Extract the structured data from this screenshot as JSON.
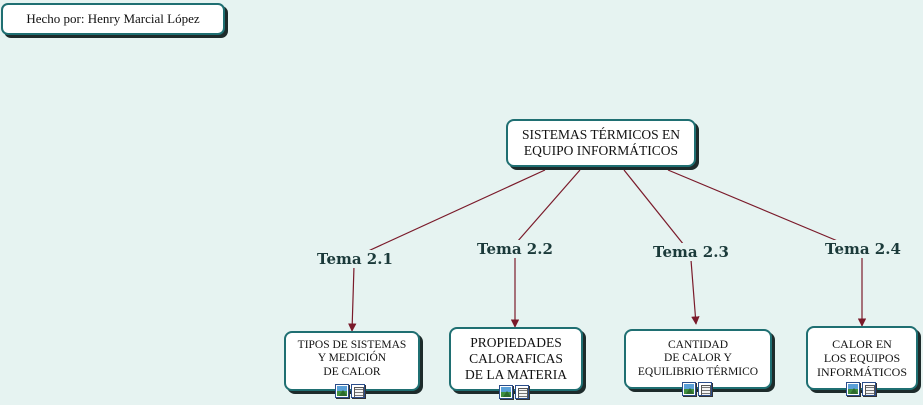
{
  "author_note": "Hecho por: Henry Marcial López",
  "root": "SISTEMAS TÉRMICOS EN\nEQUIPO INFORMÁTICOS",
  "link_labels": [
    "Tema 2.1",
    "Tema 2.2",
    "Tema 2.3",
    "Tema 2.4"
  ],
  "topics": [
    "TIPOS DE SISTEMAS\nY MEDICIÓN\nDE CALOR",
    "PROPIEDADES\nCALORAFICAS\nDE LA MATERIA",
    "CANTIDAD\nDE CALOR Y\nEQUILIBRIO TÉRMICO",
    "CALOR EN\nLOS EQUIPOS\nINFORMÁTICOS"
  ],
  "resource_icons": [
    "image-icon",
    "document-icon"
  ],
  "colors": {
    "background": "#e6f3f1",
    "node_border": "#1f6f72",
    "connector": "#7a1a2a",
    "label_text": "#1b3a3a"
  }
}
